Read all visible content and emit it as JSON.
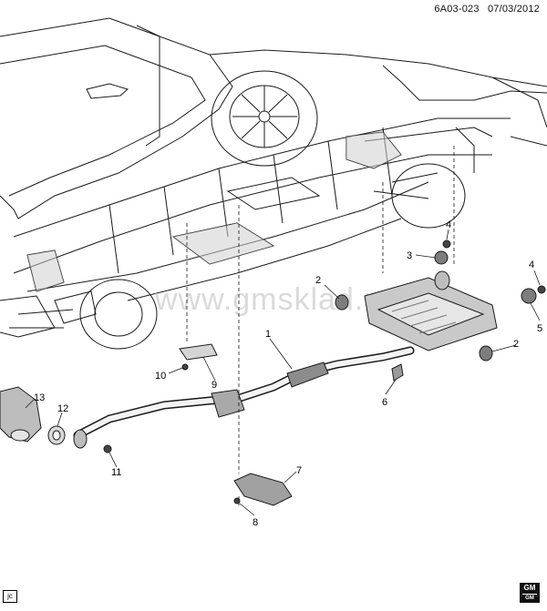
{
  "header": {
    "diagram_code": "6A03-023",
    "date": "07/03/2012"
  },
  "watermark": "www.gmsklad.ru",
  "corner_tag": "jc",
  "logo": {
    "text": "GM",
    "sub": "GM"
  },
  "callouts": [
    {
      "id": "1",
      "label": "1"
    },
    {
      "id": "2a",
      "label": "2"
    },
    {
      "id": "2b",
      "label": "2"
    },
    {
      "id": "3",
      "label": "3"
    },
    {
      "id": "4a",
      "label": "4"
    },
    {
      "id": "4b",
      "label": "4"
    },
    {
      "id": "5",
      "label": "5"
    },
    {
      "id": "6",
      "label": "6"
    },
    {
      "id": "7",
      "label": "7"
    },
    {
      "id": "8",
      "label": "8"
    },
    {
      "id": "9",
      "label": "9"
    },
    {
      "id": "10",
      "label": "10"
    },
    {
      "id": "11",
      "label": "11"
    },
    {
      "id": "12",
      "label": "12"
    },
    {
      "id": "13",
      "label": "13"
    }
  ],
  "colors": {
    "line": "#1a1a1a",
    "shade": "#9a9a9a",
    "light": "#d0d0d0"
  }
}
